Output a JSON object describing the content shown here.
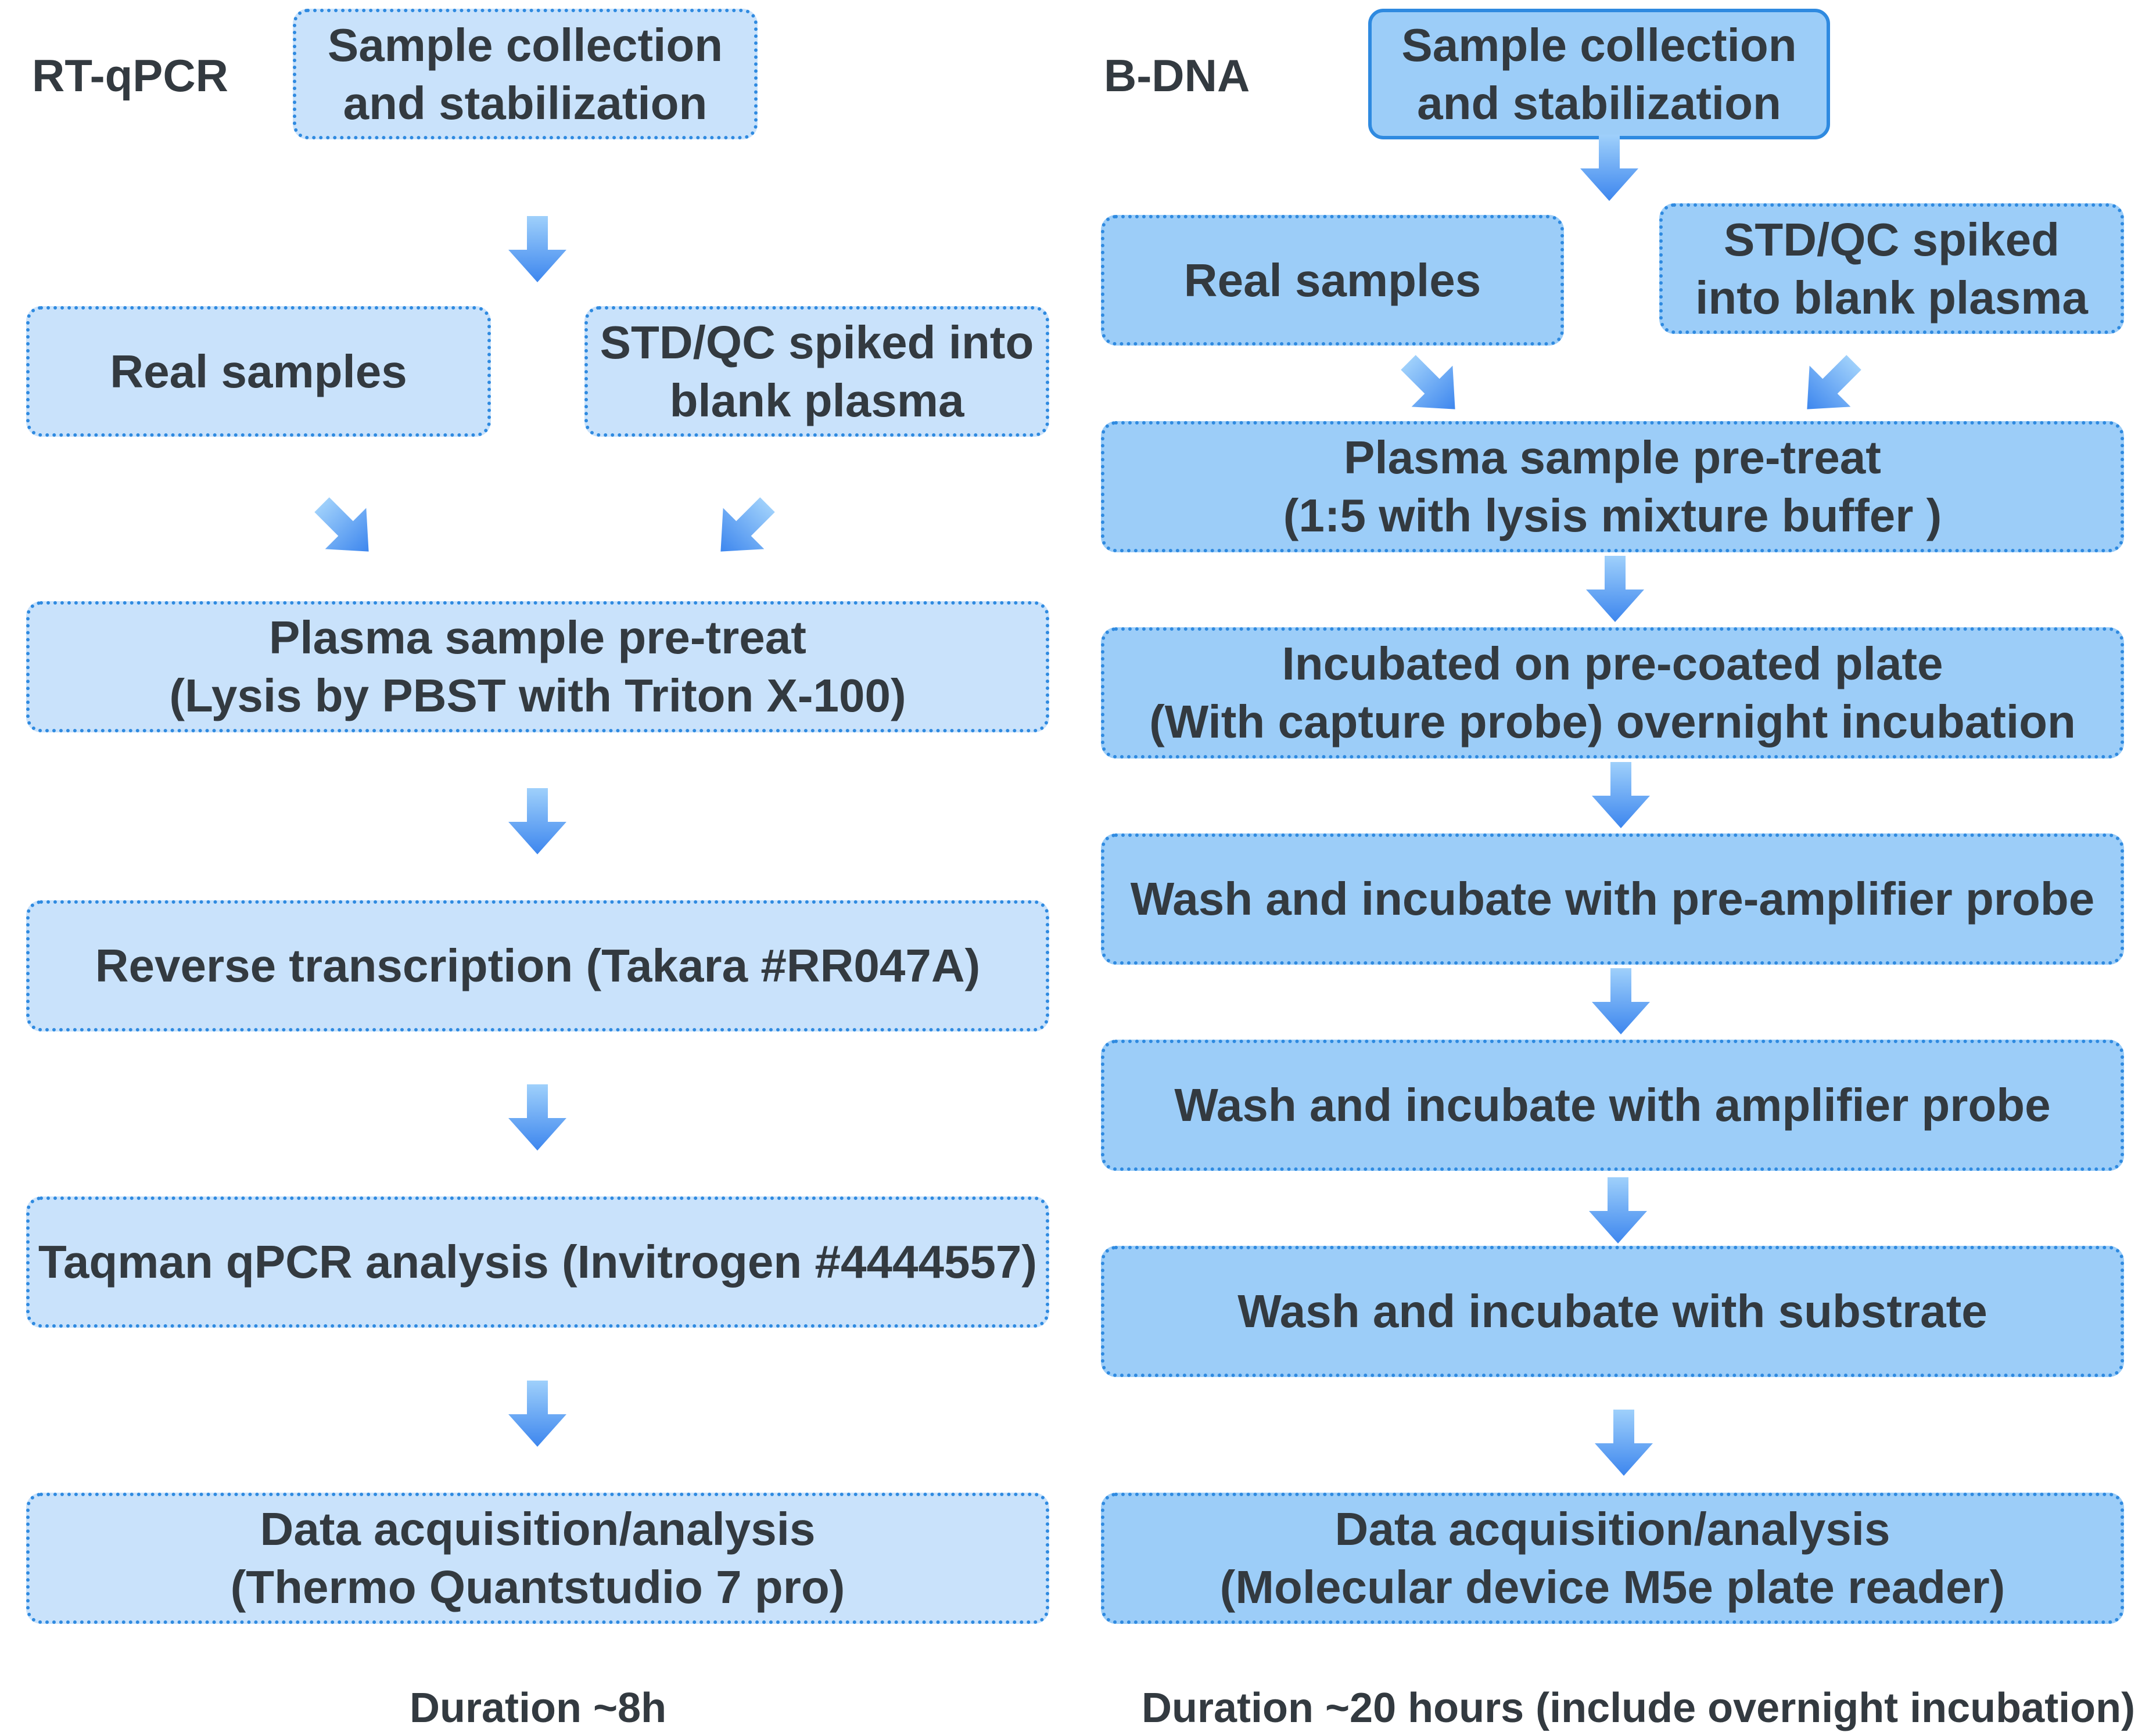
{
  "rt_qpcr": {
    "title": "RT-qPCR",
    "sample_collection": [
      "Sample collection",
      "and stabilization"
    ],
    "real_samples": "Real samples",
    "std_qc": [
      "STD/QC spiked into",
      "blank plasma"
    ],
    "pretreat": [
      "Plasma sample pre-treat",
      "(Lysis by PBST with Triton X-100)"
    ],
    "reverse_transcription": "Reverse transcription (Takara #RR047A)",
    "taqman": "Taqman qPCR analysis (Invitrogen #4444557)",
    "data_acq": [
      "Data acquisition/analysis",
      "(Thermo Quantstudio 7 pro)"
    ],
    "duration": "Duration ~8h"
  },
  "bdna": {
    "title": "B-DNA",
    "sample_collection": [
      "Sample collection",
      "and stabilization"
    ],
    "real_samples": "Real samples",
    "std_qc": [
      "STD/QC spiked",
      "into blank plasma"
    ],
    "pretreat": [
      "Plasma sample pre-treat",
      "(1:5 with lysis mixture buffer )"
    ],
    "incubated": [
      "Incubated on pre-coated plate",
      "(With capture probe) overnight incubation"
    ],
    "wash_preamp": "Wash and incubate with pre-amplifier probe",
    "wash_amp": "Wash and incubate with amplifier probe",
    "wash_substrate": "Wash and incubate with substrate",
    "data_acq": [
      "Data acquisition/analysis",
      "(Molecular device M5e plate reader)"
    ],
    "duration": "Duration ~20 hours (include overnight incubation)"
  },
  "colors": {
    "left_fill": "#c9e2fb",
    "right_fill": "#9ccdf8",
    "border": "#2f8ae0",
    "arrow": "#3d86ee",
    "text": "#333a40"
  }
}
